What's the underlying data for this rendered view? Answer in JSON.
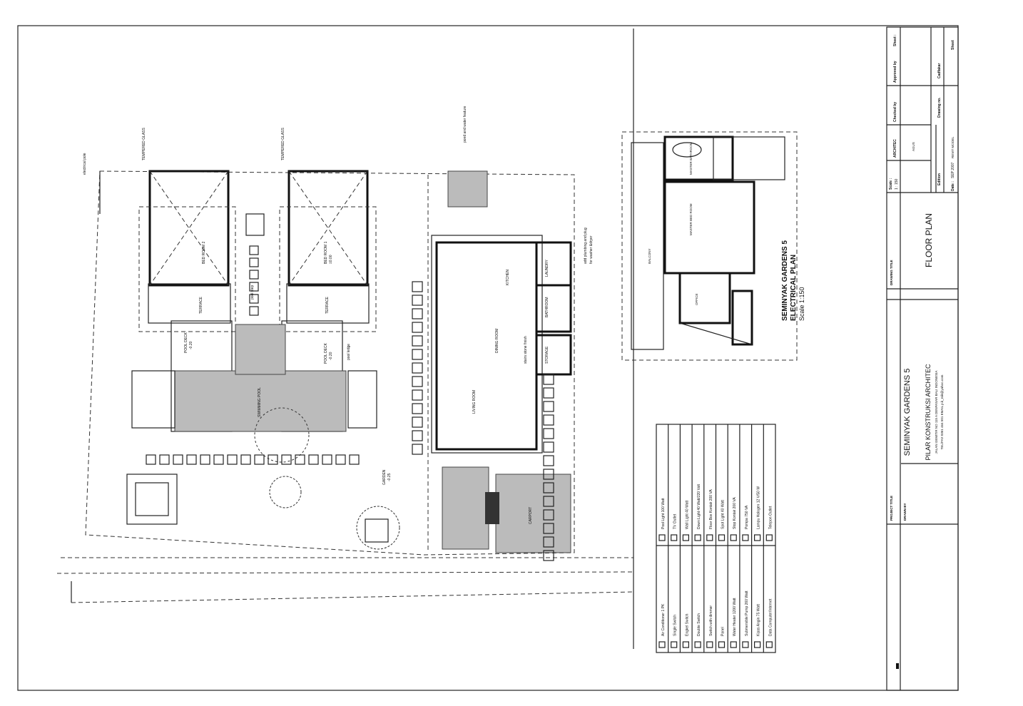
{
  "drawing": {
    "site_labels": {
      "electrical_pole": "electrical pole",
      "tempered_glass_1": "TEMPERED GLASS",
      "tempered_glass_2": "TEMPERED GLASS",
      "bed_room_2": "BED ROOM 2",
      "bed_room_1": "BED ROOM 1",
      "bed_room_1_level": "±0.00",
      "terrace_1": "TERRACE",
      "terrace_2": "TERRACE",
      "pool_step": "pool step",
      "pool_deck_1": "POOL DECK",
      "pool_deck_1_level": "-0.20",
      "pool_deck_2": "POOL DECK",
      "pool_deck_2_level": "-0.20",
      "pool_ledge": "pool ledge",
      "swimming_pool": "SWIMMING POOL",
      "garden": "GARDEN",
      "garden_level": "-0.25",
      "pond": "pond and water feature",
      "washer_note_1": "add plumbing and plug",
      "washer_note_2": "for washer &dryer",
      "kitchen": "KITCHEN",
      "dining_room": "DINING ROOM",
      "living_room": "LIVING ROOM",
      "laundry": "LAUNDRY",
      "bathroom": "BATHROOM",
      "storage": "STORAGE",
      "stairs": "stairs stone finish",
      "carport": "CARPORT"
    },
    "upper_floor": {
      "balcony": "BALCONY",
      "master_bathroom": "MASTER BATHROOM",
      "master_bedroom": "MASTER BED ROOM",
      "office": "OFFICE",
      "title": "SEMINYAK GARDENS 5",
      "subtitle": "ELECTRICAL PLAN",
      "scale": "Scale 1:150"
    },
    "legend": [
      {
        "left": "Air Conditioner 1 PK",
        "right": "Pool Light 100 Watt"
      },
      {
        "left": "Single Switch",
        "right": "TV Outlet"
      },
      {
        "left": "Engkel Switch",
        "right": "Wall Light 40 Watt"
      },
      {
        "left": "Double Switch",
        "right": "Down Light 40 Watt/220 Volt"
      },
      {
        "left": "Switch with dimmer",
        "right": "Floor Box Kontak 200 VA"
      },
      {
        "left": "Panel",
        "right": "Spot Light 40 Watt"
      },
      {
        "left": "Water Heater 1200 Watt",
        "right": "Stop Kontak 200 VA"
      },
      {
        "left": "Submersible Pump 260 Watt",
        "right": "Pompa 750 VA"
      },
      {
        "left": "Kipas Angin 75 Watt",
        "right": "Lampu Halogen 12 V/50 W"
      },
      {
        "left": "Data Computer/Internet",
        "right": "Telepon Outlet"
      }
    ]
  },
  "title_block": {
    "project_title_label": "PROJECT TITLE",
    "project_title": "SEMINYAK GARDENS 5",
    "drawing_title_label": "DRAWING TITLE",
    "drawing_title": "FLOOR PLAN",
    "drawn_by_label": "DRAWN BY",
    "firm": "PILAR KONSTRUKSI ARCHITEC",
    "address": "JALAN GEMITIR NO 115 A DENPASAR BALI INDONESIA",
    "contact": "TEL/FAX 0361 464 501 EMAIL p.k_rsik@yahoo.com",
    "scale_label": "Scale :",
    "scale_value": "1 : 150",
    "date_label": "Date :",
    "date_value": "SEP 2007",
    "designer": "ARCHITEC",
    "drawn": "AGUS",
    "checked_by": "Checked by",
    "approved_by": "Approved by",
    "sheet_label": "Sheet :",
    "drawing_no": "Drawing no.",
    "edition": "Edition",
    "sheet": "Sheet",
    "revision": "Cadfakar",
    "file": "REVIT MODEL"
  }
}
